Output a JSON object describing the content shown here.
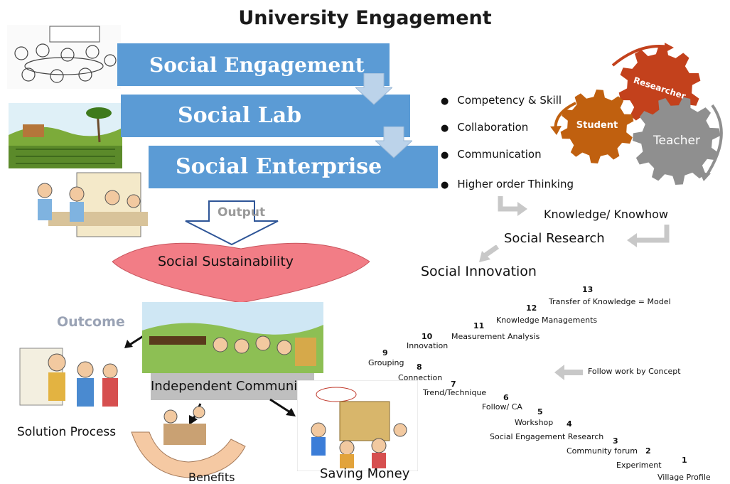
{
  "title": "University Engagement",
  "stages": [
    "Social Engagement",
    "Social Lab",
    "Social Enterprise"
  ],
  "output_label": "Output",
  "sustainability": "Social Sustainability",
  "bullets": [
    "Competency & Skill",
    "Collaboration",
    "Communication",
    "Higher order Thinking"
  ],
  "gears": {
    "researcher": "Researcher",
    "student": "Student",
    "teacher": "Teacher"
  },
  "gear_colors": {
    "researcher": "#c3411c",
    "student": "#c0600f",
    "teacher": "#8f8f8f"
  },
  "knowledge": {
    "a": "Knowledge/",
    "b": "Knowhow"
  },
  "social_research": "Social Research",
  "social_innovation": "Social Innovation",
  "outcome": "Outcome",
  "solution_process": "Solution Process",
  "independent_community": "Independent Community",
  "benefits": "Benefits",
  "saving_money": "Saving Money",
  "follow_note": "Follow work by Concept",
  "steps": [
    {
      "n": "1",
      "t": "Village Profile"
    },
    {
      "n": "2",
      "t": "Experiment"
    },
    {
      "n": "3",
      "t": "Community forum"
    },
    {
      "n": "4",
      "t": "Social Engagement Research"
    },
    {
      "n": "5",
      "t": "Workshop"
    },
    {
      "n": "6",
      "t": "Follow/ CA"
    },
    {
      "n": "7",
      "t": "Trend/Technique"
    },
    {
      "n": "8",
      "t": "Connection"
    },
    {
      "n": "9",
      "t": "Grouping"
    },
    {
      "n": "10",
      "t": "Innovation"
    },
    {
      "n": "11",
      "t": "Measurement Analysis"
    },
    {
      "n": "12",
      "t": "Knowledge Managements"
    },
    {
      "n": "13",
      "t": "Transfer of Knowledge  = Model"
    }
  ]
}
